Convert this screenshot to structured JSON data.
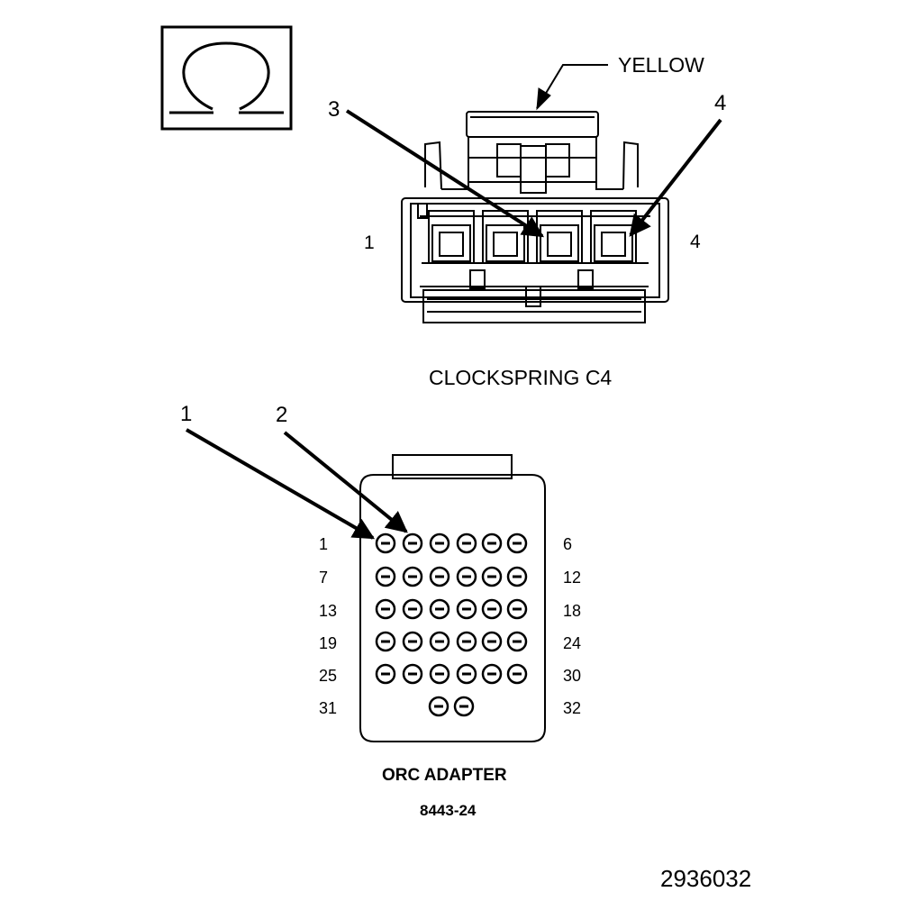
{
  "ohm_symbol_icon": "ohmmeter-icon",
  "clockspring": {
    "color_label": "YELLOW",
    "title": "CLOCKSPRING C4",
    "callouts": [
      "3",
      "4"
    ],
    "pin_label_left": "1",
    "pin_label_right": "4"
  },
  "orc_adapter": {
    "callouts": [
      "1",
      "2"
    ],
    "row_labels_left": [
      "1",
      "7",
      "13",
      "19",
      "25",
      "31"
    ],
    "row_labels_right": [
      "6",
      "12",
      "18",
      "24",
      "30",
      "32"
    ],
    "title": "ORC ADAPTER",
    "part_number": "8443-24"
  },
  "figure_number": "2936032"
}
